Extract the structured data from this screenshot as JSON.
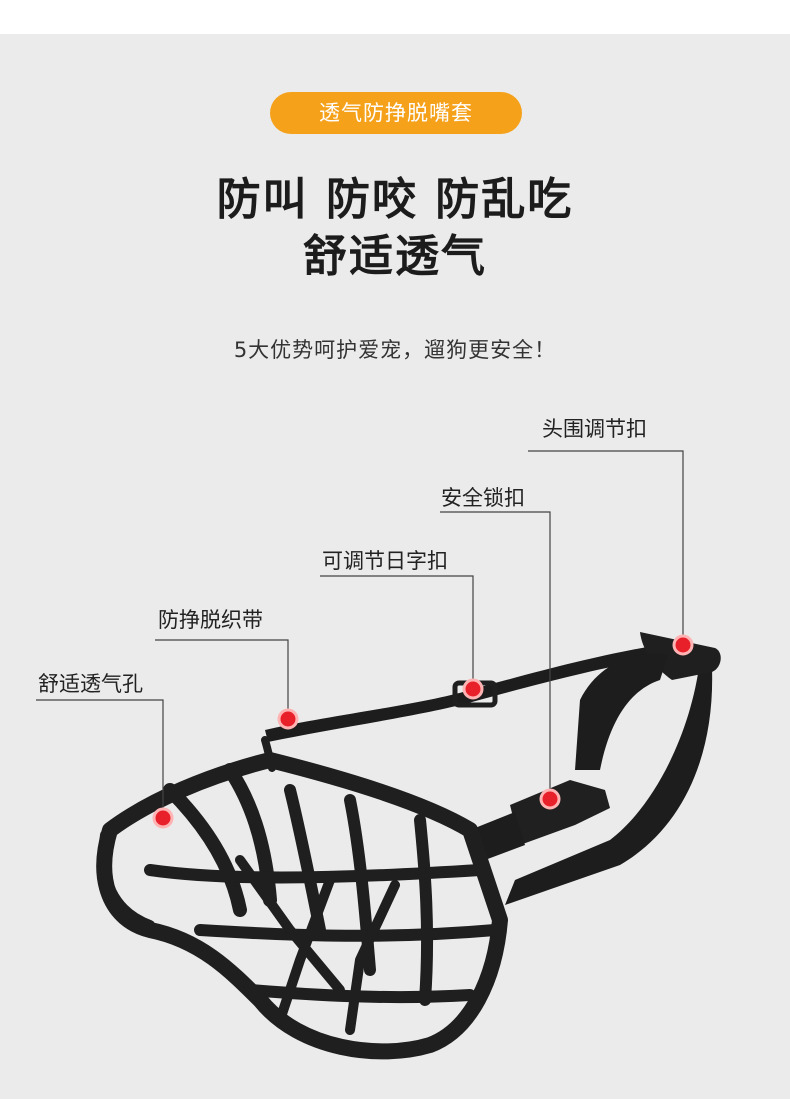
{
  "badge": {
    "label": "透气防挣脱嘴套"
  },
  "headline": {
    "line1": "防叫 防咬 防乱吃",
    "line2": "舒适透气"
  },
  "subline": "5大优势呵护爱宠，遛狗更安全！",
  "callouts": [
    {
      "label": "头围调节扣"
    },
    {
      "label": "安全锁扣"
    },
    {
      "label": "可调节日字扣"
    },
    {
      "label": "防挣脱织带"
    },
    {
      "label": "舒适透气孔"
    }
  ],
  "colors": {
    "accent": "#f5a11a",
    "marker": "#e8202a",
    "background": "#ebebeb",
    "product": "#1d1d1d"
  }
}
